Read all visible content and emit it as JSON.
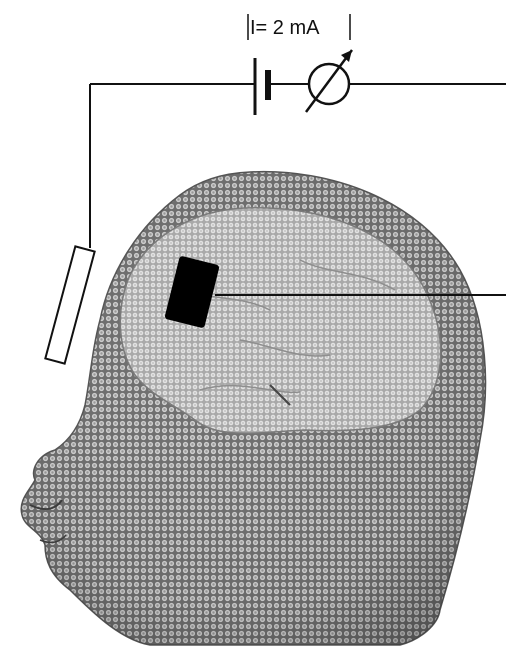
{
  "diagram": {
    "current_label": "I= 2 mA",
    "components": {
      "battery": "battery-symbol",
      "ammeter": "ammeter-symbol",
      "anode": "rectangular-electrode-on-scalp",
      "cathode": "rectangular-electrode-on-brain"
    },
    "colors": {
      "wire": "#111111",
      "skin_mesh": "#8a8a8a",
      "brain_mesh": "#c6c6c6",
      "electrode_fill_outer": "#ffffff",
      "electrode_fill_inner": "#000000"
    }
  }
}
